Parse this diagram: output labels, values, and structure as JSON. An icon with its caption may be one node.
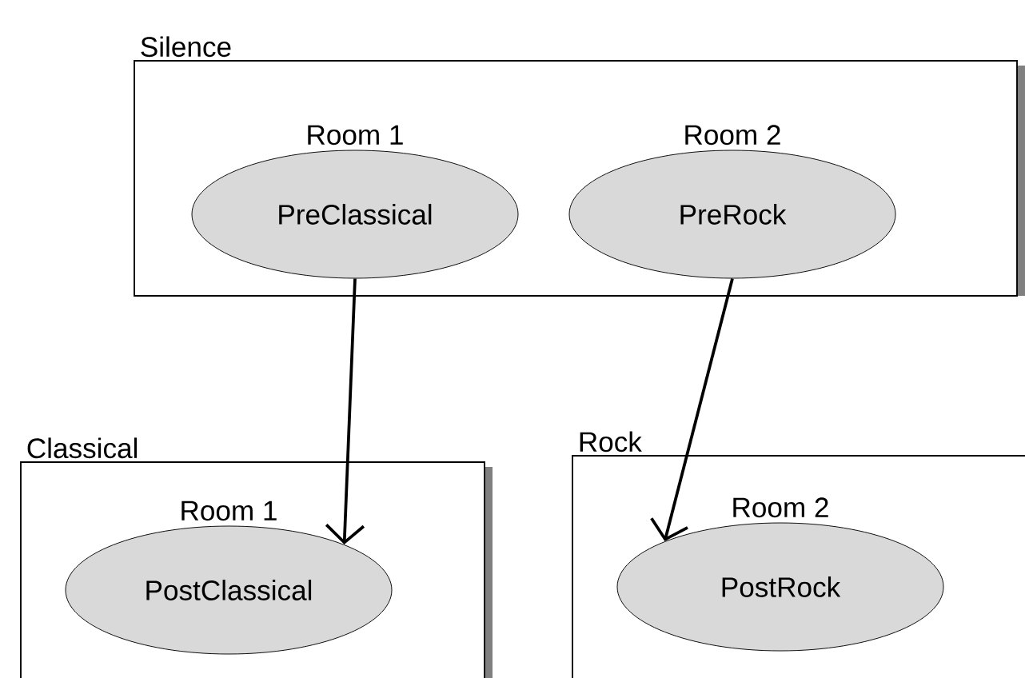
{
  "diagram": {
    "nodes": [
      {
        "text": [
          "Silence"
        ]
      },
      {
        "text": [
          "Room 1",
          "PreClassical"
        ],
        "in": 0
      },
      {
        "text": [
          "Room 2",
          "PreRock"
        ],
        "in": 0
      },
      {
        "text": [
          "Classical"
        ]
      },
      {
        "text": [
          "Room 1",
          "PostClassical"
        ],
        "in": 3
      },
      {
        "text": [
          "Rock"
        ]
      },
      {
        "text": [
          "Room 2",
          "PostRock"
        ],
        "in": 5
      }
    ],
    "edges": [
      {
        "from": 1,
        "to": 4,
        "arrow": "to"
      },
      {
        "from": 2,
        "to": 6,
        "arrow": "to"
      }
    ]
  }
}
